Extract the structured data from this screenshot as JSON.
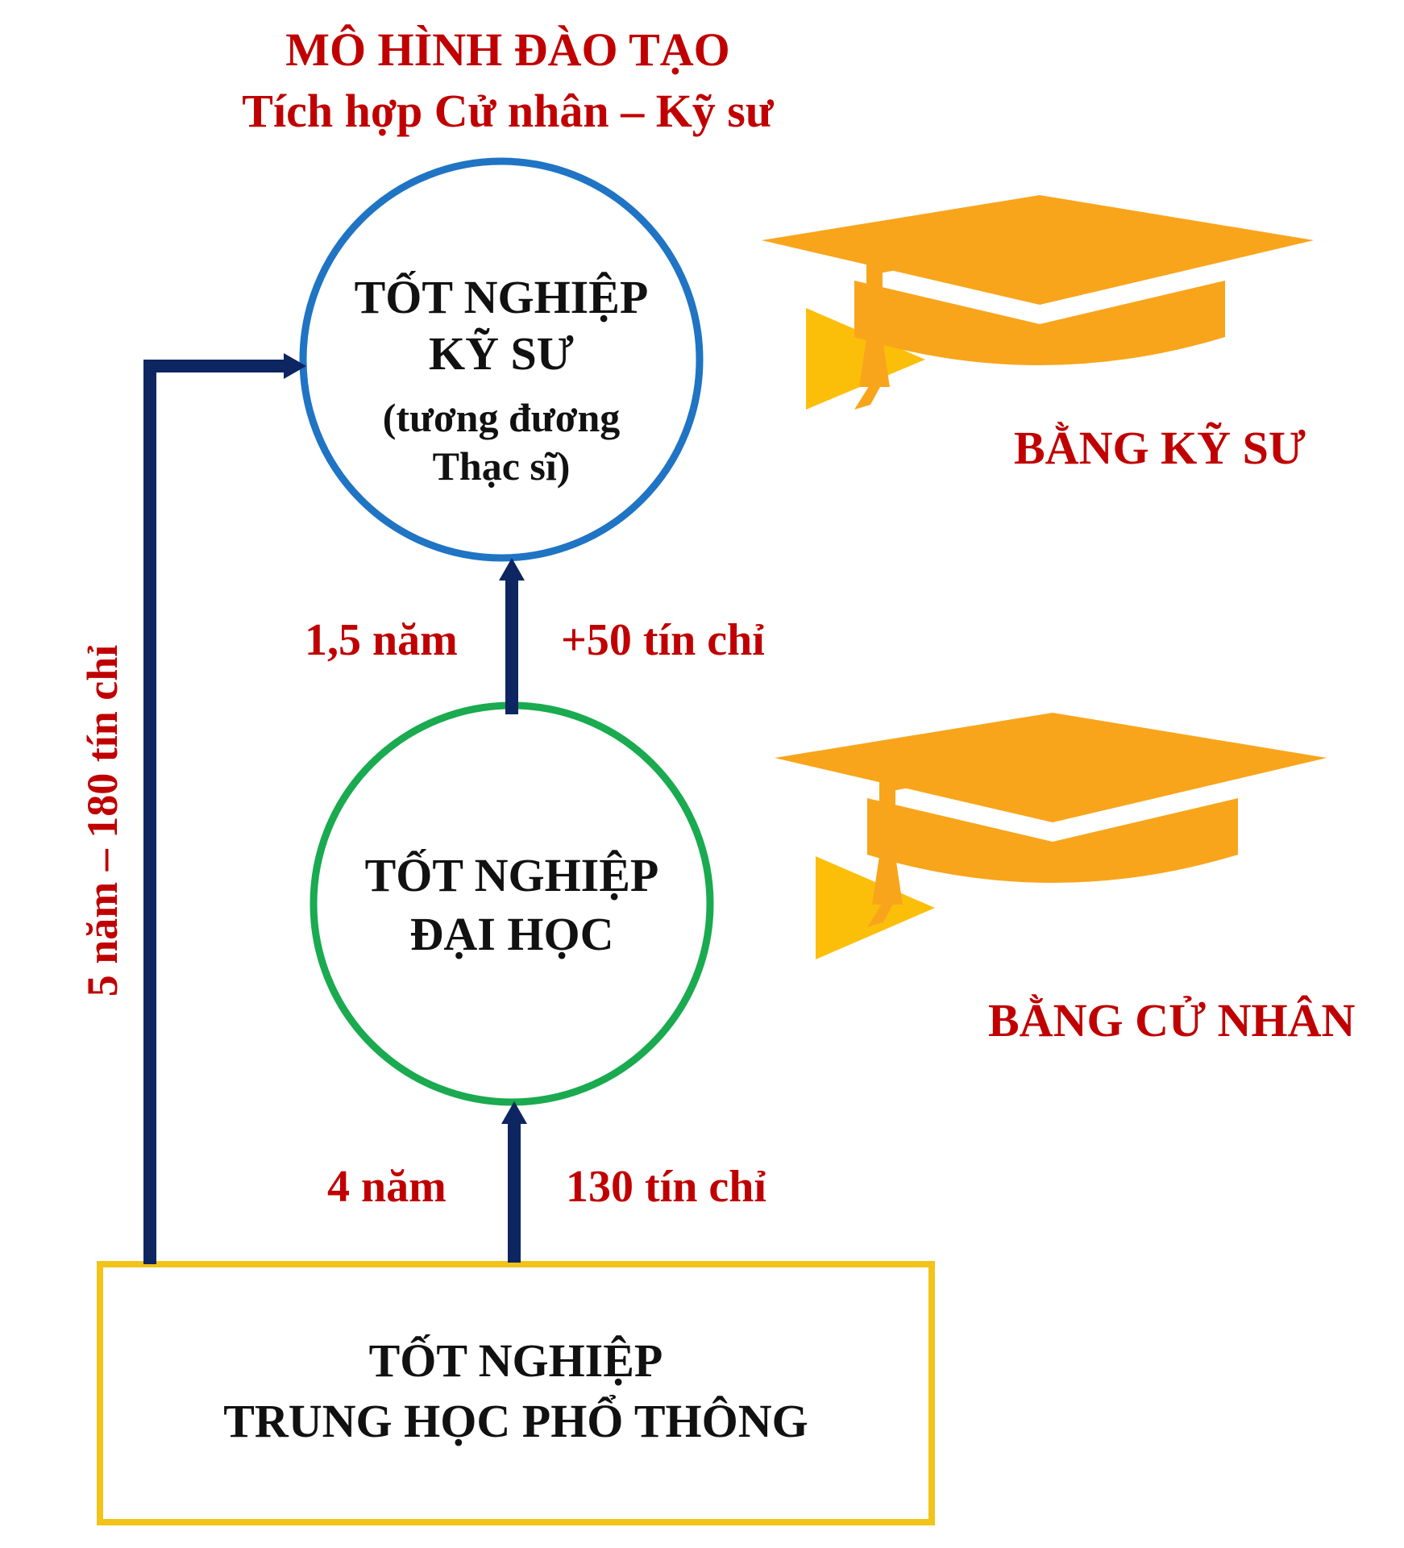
{
  "title": {
    "line1": "MÔ HÌNH ĐÀO TẠO",
    "line2": "Tích hợp Cử nhân – Kỹ sư"
  },
  "nodes": {
    "engineer": {
      "line1": "TỐT NGHIỆP",
      "line2": "KỸ SƯ",
      "line3": "(tương đương",
      "line4": "Thạc sĩ)"
    },
    "university": {
      "line1": "TỐT NGHIỆP",
      "line2": "ĐẠI HỌC"
    },
    "highschool": {
      "line1": "TỐT NGHIỆP",
      "line2": "TRUNG HỌC PHỔ THÔNG"
    }
  },
  "edges": {
    "uni_to_engineer": {
      "duration": "1,5 năm",
      "credits": "+50 tín chỉ"
    },
    "hs_to_uni": {
      "duration": "4 năm",
      "credits": "130 tín chỉ"
    },
    "hs_to_engineer": {
      "label": "5 năm – 180 tín chỉ"
    }
  },
  "outcomes": {
    "engineer_degree": "BẰNG KỸ SƯ",
    "bachelor_degree": "BẰNG CỬ NHÂN"
  },
  "colors": {
    "title_red": "#c00000",
    "arrow_navy": "#0d2560",
    "engineer_circle": "#1f74c4",
    "university_circle": "#1aaa50",
    "highschool_box": "#f2c318",
    "pointer_yellow": "#fbbf0a",
    "cap_orange": "#f8a51c"
  },
  "icons": [
    "graduation-cap-icon",
    "pointer-triangle-icon"
  ]
}
